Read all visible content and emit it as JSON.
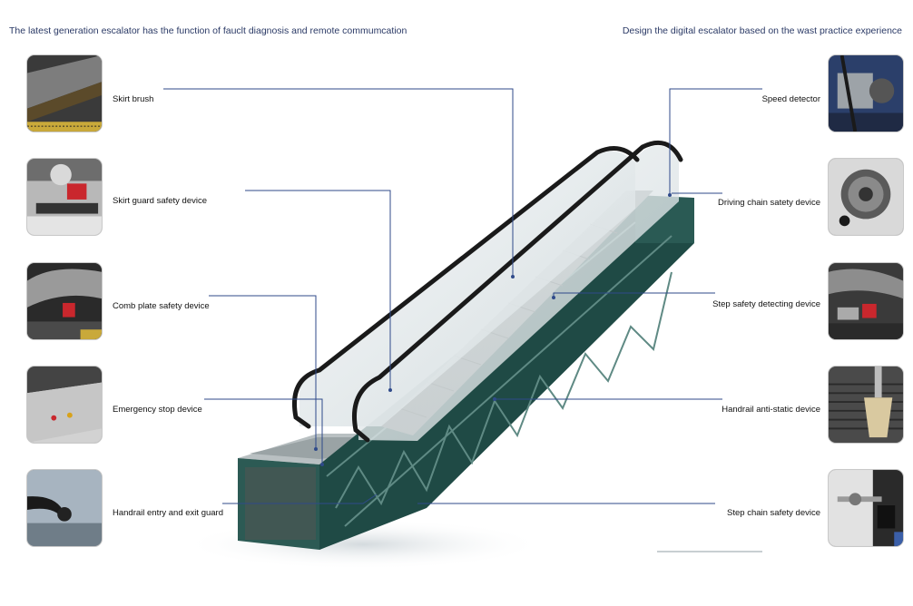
{
  "header": {
    "left": "The latest generation escalator has the function of fauclt diagnosis and remote commumcation",
    "right": "Design the digital escalator based on the wast practice experience"
  },
  "left_items": [
    {
      "label": "Skirt brush",
      "icon": "skirt-brush-photo"
    },
    {
      "label": "Skirt guard safety device",
      "icon": "skirt-guard-photo"
    },
    {
      "label": "Comb plate safety device",
      "icon": "comb-plate-photo"
    },
    {
      "label": "Emergency stop device",
      "icon": "emergency-stop-photo"
    },
    {
      "label": "Handrail entry and exit guard",
      "icon": "handrail-guard-photo"
    }
  ],
  "right_items": [
    {
      "label": "Speed detector",
      "icon": "speed-detector-photo"
    },
    {
      "label": "Driving chain satety device",
      "icon": "driving-chain-photo"
    },
    {
      "label": "Step safety detecting device",
      "icon": "step-detecting-photo"
    },
    {
      "label": "Handrail anti-static device",
      "icon": "anti-static-photo"
    },
    {
      "label": "Step chain safety device",
      "icon": "step-chain-photo"
    }
  ],
  "colors": {
    "header_text": "#2b3a66",
    "leader_line": "#2f4a8a",
    "truss": "#1f4a45",
    "glass": "#dfe6e8",
    "handrail": "#1a1a1a"
  }
}
